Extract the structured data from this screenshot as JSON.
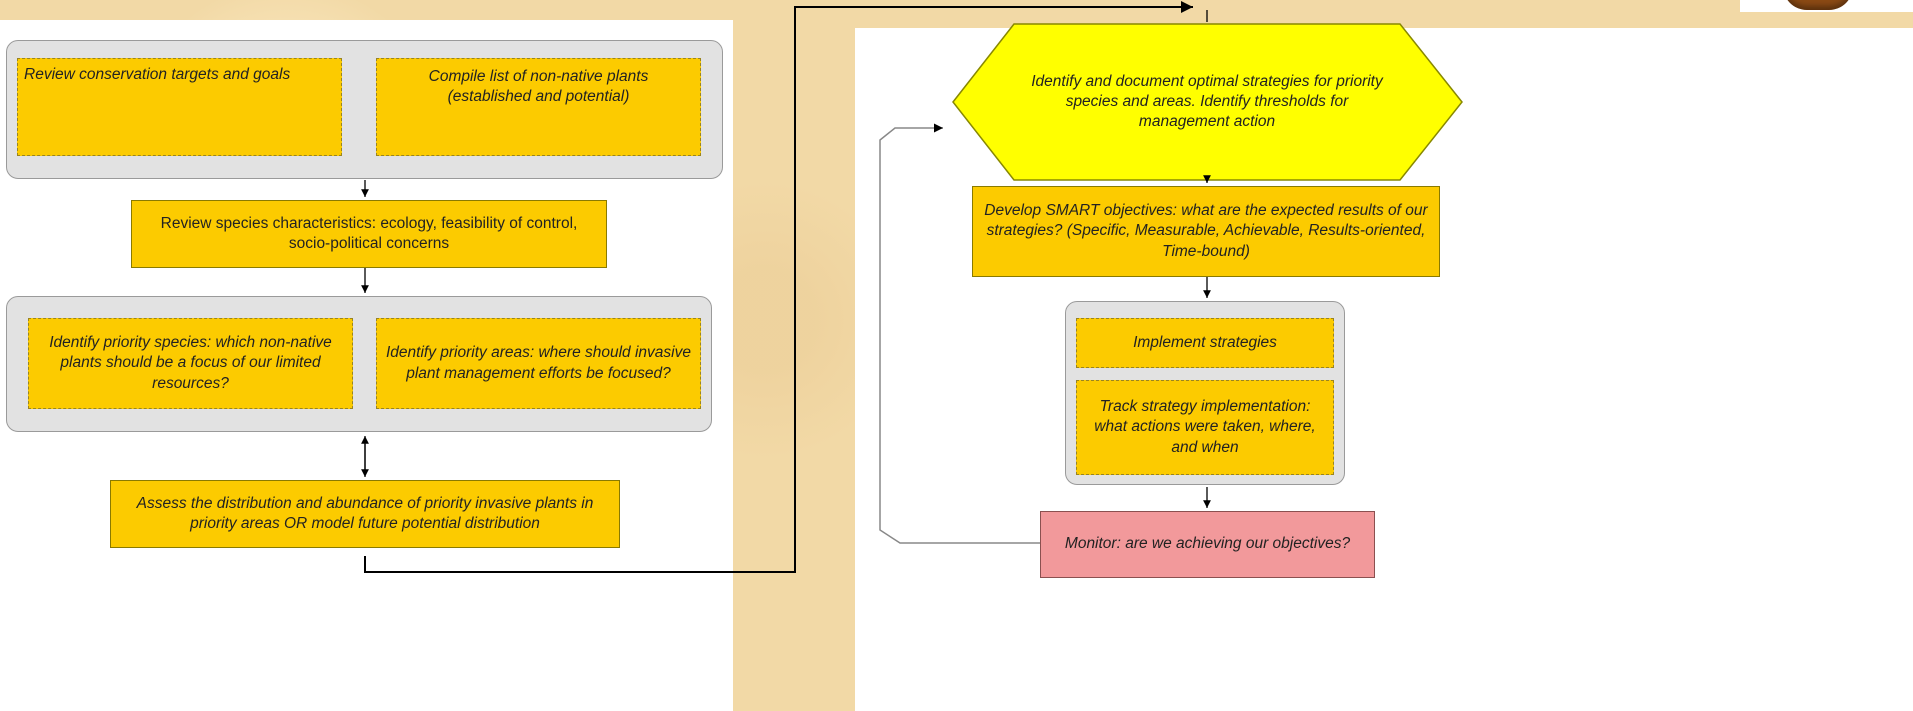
{
  "nodes": {
    "review_targets": "Review conservation targets and goals",
    "compile_list": "Compile list of non-native plants (established and potential)",
    "review_species": "Review species characteristics: ecology, feasibility of control, socio-political concerns",
    "priority_species": "Identify priority species: which non-native plants should be a focus of our limited resources?",
    "priority_areas": "Identify priority areas: where should invasive plant management efforts be focused?",
    "assess_distribution": "Assess the distribution and abundance of priority invasive plants in priority areas OR model future potential distribution",
    "identify_strategies": "Identify and document optimal strategies for priority species and areas. Identify thresholds for management action",
    "smart_objectives": "Develop SMART objectives: what are the expected results of our strategies? (Specific, Measurable, Achievable, Results-oriented, Time-bound)",
    "implement": "Implement strategies",
    "track": "Track strategy implementation: what actions were taken, where, and when",
    "monitor": "Monitor: are we achieving our objectives?"
  },
  "colors": {
    "box_fill": "#fccb00",
    "group_fill": "#e2e2e2",
    "decision_fill": "#ffff00",
    "monitor_fill": "#f2999b",
    "connector": "#000000"
  }
}
